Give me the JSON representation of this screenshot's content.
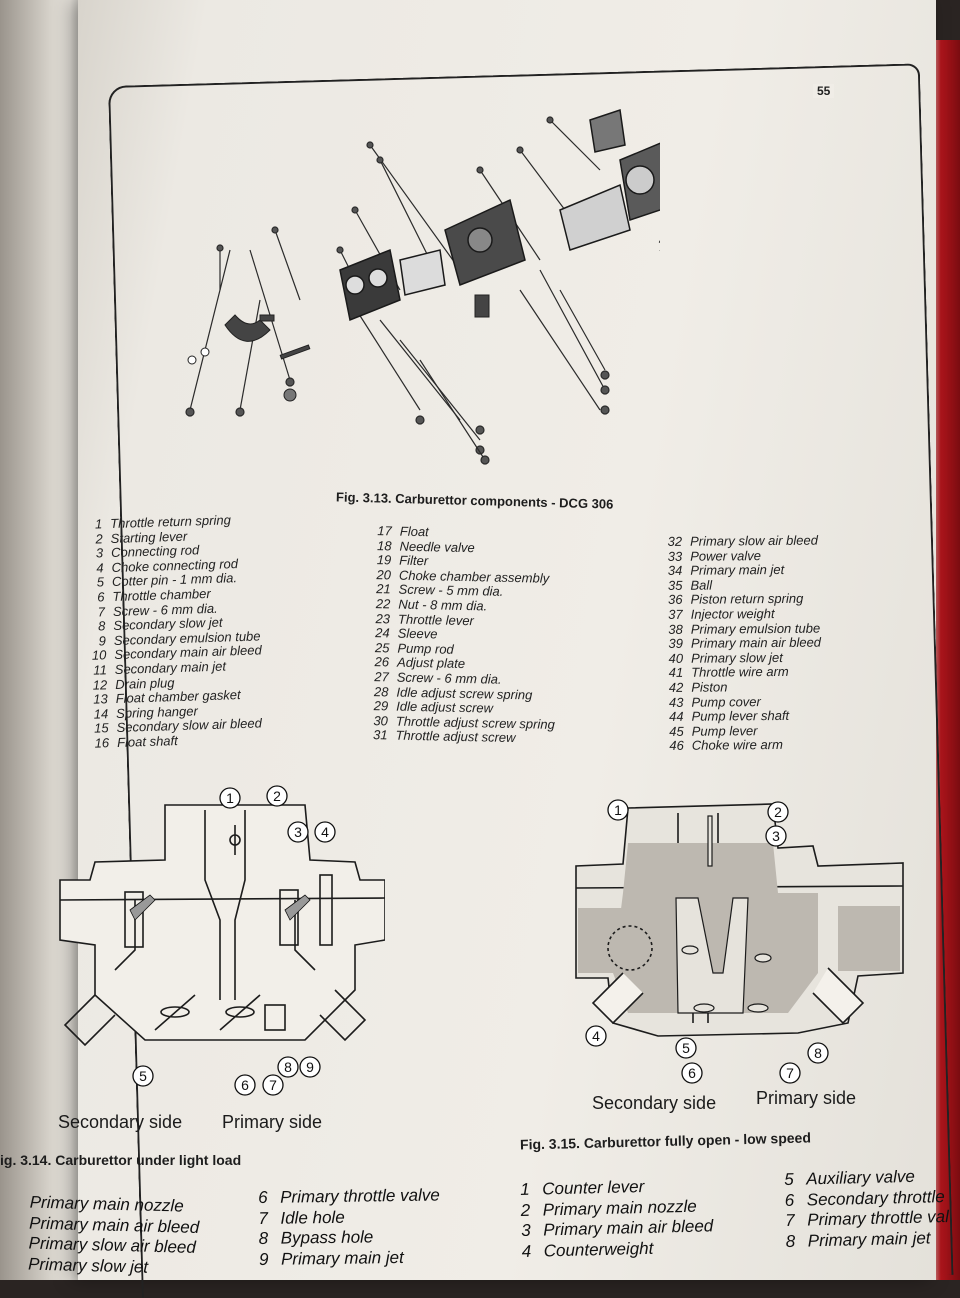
{
  "page_number": "55",
  "fig313": {
    "caption": "Fig. 3.13. Carburettor components - DCG 306",
    "legend_col1": [
      {
        "n": "1",
        "t": "Throttle return spring"
      },
      {
        "n": "2",
        "t": "Starting lever"
      },
      {
        "n": "3",
        "t": "Connecting rod"
      },
      {
        "n": "4",
        "t": "Choke connecting rod"
      },
      {
        "n": "5",
        "t": "Cotter pin - 1 mm dia."
      },
      {
        "n": "6",
        "t": "Throttle chamber"
      },
      {
        "n": "7",
        "t": "Screw - 6 mm dia."
      },
      {
        "n": "8",
        "t": "Secondary slow jet"
      },
      {
        "n": "9",
        "t": "Secondary emulsion tube"
      },
      {
        "n": "10",
        "t": "Secondary main air bleed"
      },
      {
        "n": "11",
        "t": "Secondary main jet"
      },
      {
        "n": "12",
        "t": "Drain plug"
      },
      {
        "n": "13",
        "t": "Float chamber gasket"
      },
      {
        "n": "14",
        "t": "Spring hanger"
      },
      {
        "n": "15",
        "t": "Secondary slow air bleed"
      },
      {
        "n": "16",
        "t": "Float shaft"
      }
    ],
    "legend_col2": [
      {
        "n": "17",
        "t": "Float"
      },
      {
        "n": "18",
        "t": "Needle valve"
      },
      {
        "n": "19",
        "t": "Filter"
      },
      {
        "n": "20",
        "t": "Choke chamber assembly"
      },
      {
        "n": "21",
        "t": "Screw - 5 mm dia."
      },
      {
        "n": "22",
        "t": "Nut - 8 mm dia."
      },
      {
        "n": "23",
        "t": "Throttle lever"
      },
      {
        "n": "24",
        "t": "Sleeve"
      },
      {
        "n": "25",
        "t": "Pump rod"
      },
      {
        "n": "26",
        "t": "Adjust plate"
      },
      {
        "n": "27",
        "t": "Screw - 6 mm dia."
      },
      {
        "n": "28",
        "t": "Idle adjust screw spring"
      },
      {
        "n": "29",
        "t": "Idle adjust screw"
      },
      {
        "n": "30",
        "t": "Throttle  adjust screw spring"
      },
      {
        "n": "31",
        "t": "Throttle  adjust screw"
      }
    ],
    "legend_col3": [
      {
        "n": "32",
        "t": "Primary slow air  bleed"
      },
      {
        "n": "33",
        "t": "Power valve"
      },
      {
        "n": "34",
        "t": "Primary main jet"
      },
      {
        "n": "35",
        "t": "Ball"
      },
      {
        "n": "36",
        "t": "Piston return spring"
      },
      {
        "n": "37",
        "t": "Injector weight"
      },
      {
        "n": "38",
        "t": "Primary emulsion tube"
      },
      {
        "n": "39",
        "t": "Primary main air bleed"
      },
      {
        "n": "40",
        "t": "Primary slow jet"
      },
      {
        "n": "41",
        "t": "Throttle  wire arm"
      },
      {
        "n": "42",
        "t": "Piston"
      },
      {
        "n": "43",
        "t": "Pump cover"
      },
      {
        "n": "44",
        "t": "Pump lever shaft"
      },
      {
        "n": "45",
        "t": "Pump lever"
      },
      {
        "n": "46",
        "t": "Choke wire arm"
      }
    ]
  },
  "fig314": {
    "caption": "ig. 3.14. Carburettor under light load",
    "secondary_label": "Secondary side",
    "primary_label": "Primary side",
    "callouts": [
      "1",
      "2",
      "3",
      "4",
      "5",
      "6",
      "7",
      "8",
      "9"
    ],
    "legend_left": [
      {
        "n": "",
        "t": "Primary main nozzle"
      },
      {
        "n": "",
        "t": "Primary main air bleed"
      },
      {
        "n": "",
        "t": "Primary slow  air bleed"
      },
      {
        "n": "",
        "t": "Primary slow jet"
      }
    ],
    "legend_right": [
      {
        "n": "6",
        "t": "Primary throttle valve"
      },
      {
        "n": "7",
        "t": "Idle hole"
      },
      {
        "n": "8",
        "t": "Bypass hole"
      },
      {
        "n": "9",
        "t": "Primary main jet"
      }
    ]
  },
  "fig315": {
    "caption": "Fig. 3.15. Carburettor fully open - low speed",
    "secondary_label": "Secondary side",
    "primary_label": "Primary side",
    "callouts": [
      "1",
      "2",
      "3",
      "4",
      "5",
      "6",
      "7",
      "8"
    ],
    "legend_left": [
      {
        "n": "1",
        "t": "Counter lever"
      },
      {
        "n": "2",
        "t": "Primary main nozzle"
      },
      {
        "n": "3",
        "t": "Primary main air  bleed"
      },
      {
        "n": "4",
        "t": "Counterweight"
      }
    ],
    "legend_right": [
      {
        "n": "5",
        "t": "Auxiliary valve"
      },
      {
        "n": "6",
        "t": "Secondary throttle"
      },
      {
        "n": "7",
        "t": "Primary throttle val"
      },
      {
        "n": "8",
        "t": "Primary main jet"
      }
    ]
  }
}
